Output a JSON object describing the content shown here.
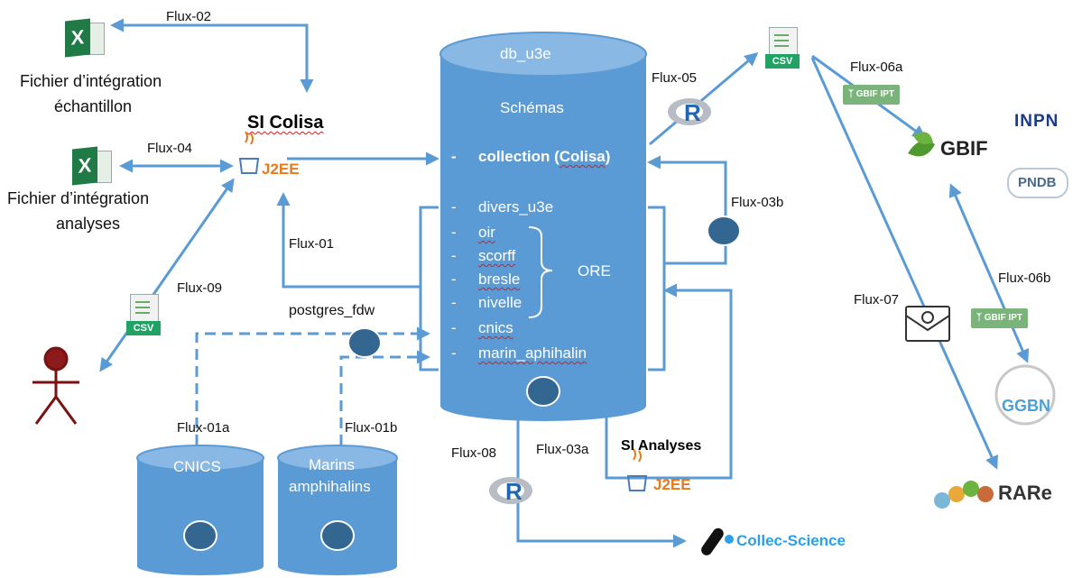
{
  "flux": {
    "f02": "Flux-02",
    "f04": "Flux-04",
    "f01": "Flux-01",
    "f09": "Flux-09",
    "f01a": "Flux-01a",
    "f01b": "Flux-01b",
    "f05": "Flux-05",
    "f06a": "Flux-06a",
    "f03b": "Flux-03b",
    "f06b": "Flux-06b",
    "f07": "Flux-07",
    "f08": "Flux-08",
    "f03a": "Flux-03a"
  },
  "files": {
    "echantillon_line1": "Fichier d’intégration",
    "echantillon_line2": "échantillon",
    "analyses_line1": "Fichier  d’intégration",
    "analyses_line2": "analyses"
  },
  "systems": {
    "colisa": "SI Colisa",
    "analyses": "SI Analyses",
    "postgres_fdw": "postgres_fdw",
    "j2ee": "J2EE"
  },
  "database": {
    "name": "db_u3e",
    "schemas_title": "Schémas",
    "collection_prefix": "collection (",
    "collection_colisa": "Colisa",
    "collection_suffix": ")",
    "divers": "divers_u3e",
    "oir": "oir",
    "scorff": "scorff",
    "bresle": "bresle",
    "nivelle": "nivelle",
    "cnics": "cnics",
    "marin": "marin_aphihalin",
    "ore": "ORE",
    "dash": "-"
  },
  "sources": {
    "cnics": "CNICS",
    "marins_line1": "Marins",
    "marins_line2": "amphihalins"
  },
  "icons": {
    "csv": "CSV",
    "r": "R",
    "excel": "X",
    "gbif_ipt": "GBIF IPT"
  },
  "external": {
    "gbif": "GBIF",
    "inpn": "INPN",
    "pndb": "PNDB",
    "ggbn": "GGBN",
    "rare": "RARe",
    "collec_science": "Collec-Science"
  },
  "colors": {
    "arrow": "#5b9bd5",
    "db_fill": "#5b9bd5",
    "db_top": "#8ab8e4",
    "java_orange": "#e87a1a",
    "csv_green": "#21a366",
    "gbif_green": "#7ab47a"
  }
}
